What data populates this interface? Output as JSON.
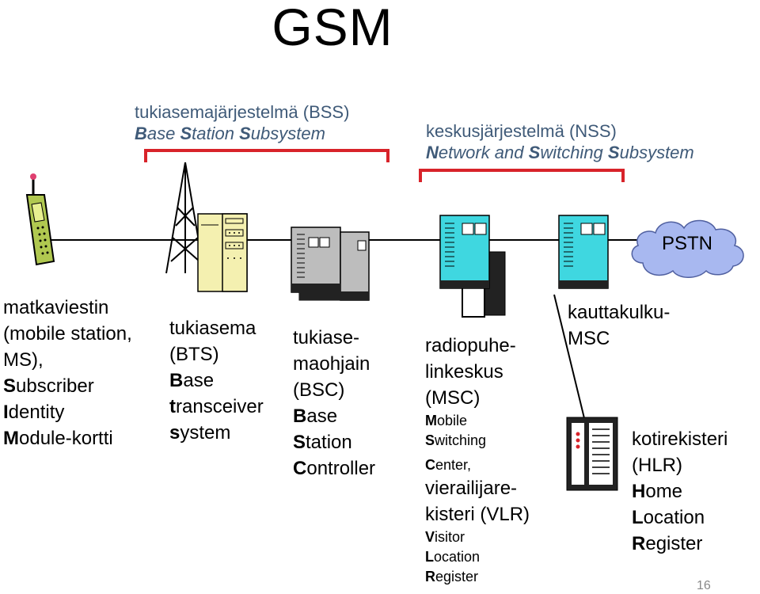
{
  "title": "GSM",
  "bss": {
    "line1": "tukiasemajärjestelmä (BSS)",
    "line2_b1": "B",
    "line2_r1": "ase ",
    "line2_b2": "S",
    "line2_r2": "tation ",
    "line2_b3": "S",
    "line2_r3": "ubsystem"
  },
  "nss": {
    "line1": "keskusjärjestelmä (NSS)",
    "line2_b1": "N",
    "line2_r1": "etwork and ",
    "line2_b2": "S",
    "line2_r2": "witching ",
    "line2_b3": "S",
    "line2_r3": "ubsystem"
  },
  "pstn": "PSTN",
  "ms": {
    "l1": "matkaviestin",
    "l2": "(mobile station,",
    "l3": "MS),",
    "l4b": "S",
    "l4r": "ubscriber",
    "l5b": "I",
    "l5r": "dentity",
    "l6b": "M",
    "l6r": "odule-kortti"
  },
  "bts": {
    "l1": "tukiasema",
    "l2": "(BTS)",
    "l3b": "B",
    "l3r": "ase",
    "l4b": "t",
    "l4r": "ransceiver",
    "l5b": "s",
    "l5r": "ystem"
  },
  "bsc": {
    "l1": "tukiase-",
    "l2": "maohjain",
    "l3": "(BSC)",
    "l4b": "B",
    "l4r": "ase",
    "l5b": "S",
    "l5r": "tation",
    "l6b": "C",
    "l6r": "ontroller"
  },
  "msc": {
    "l1": "radiopuhe-",
    "l2": "linkeskus",
    "l3": "(MSC)",
    "l4b": "M",
    "l4r": "obile",
    "l5b": "S",
    "l5r": "witching",
    "l6b": "C",
    "l6r": "enter,",
    "l7": "vierailijare-",
    "l8": "kisteri (VLR)",
    "l9b": "V",
    "l9r": "isitor",
    "l10b": "L",
    "l10r": "ocation",
    "l11b": "R",
    "l11r": "egister"
  },
  "gmsc": {
    "l1": "kauttakulku-",
    "l2": "MSC"
  },
  "hlr": {
    "l1": "kotirekisteri",
    "l2": "(HLR)",
    "l3b": "H",
    "l3r": "ome",
    "l4b": "L",
    "l4r": "ocation",
    "l5b": "R",
    "l5r": "egister"
  },
  "page_number": "16",
  "colors": {
    "bracket": "#d8232a",
    "header_text": "#3f5a78",
    "switch_cyan": "#3fd7e0",
    "cabinet_gray": "#b8b8b8",
    "bts_yellow": "#f4f0b0",
    "phone_green": "#b0c850",
    "cloud_blue": "#a8b8f0"
  }
}
